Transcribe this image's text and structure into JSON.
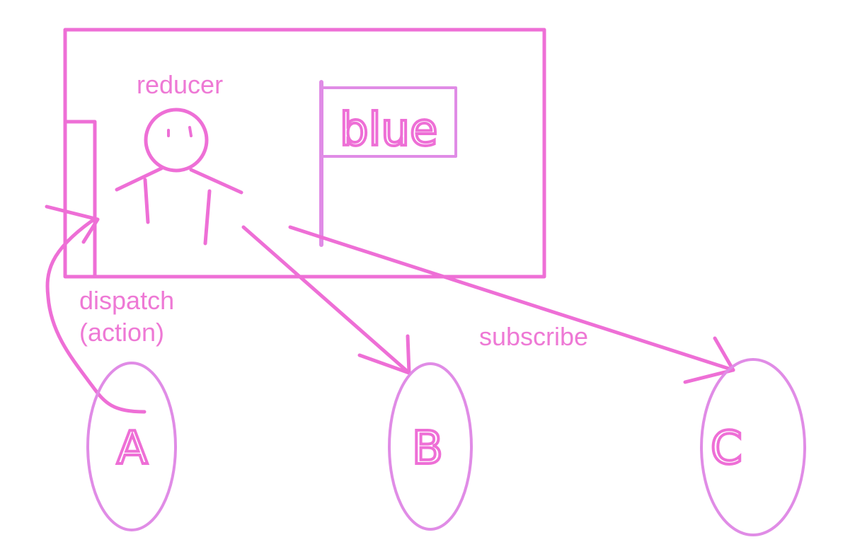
{
  "labels": {
    "reducer": "reducer",
    "dispatch": "dispatch",
    "action": "(action)",
    "subscribe": "subscribe",
    "flag": "blue",
    "node_a": "A",
    "node_b": "B",
    "node_c": "C"
  },
  "colors": {
    "ink": "#ee6fd6",
    "ink_light": "#e08ce6",
    "text": "#ee79d5",
    "background": "#ffffff"
  },
  "icons": {
    "figure": "stick-figure",
    "flag": "flag",
    "arrow": "hand-drawn-arrow"
  }
}
